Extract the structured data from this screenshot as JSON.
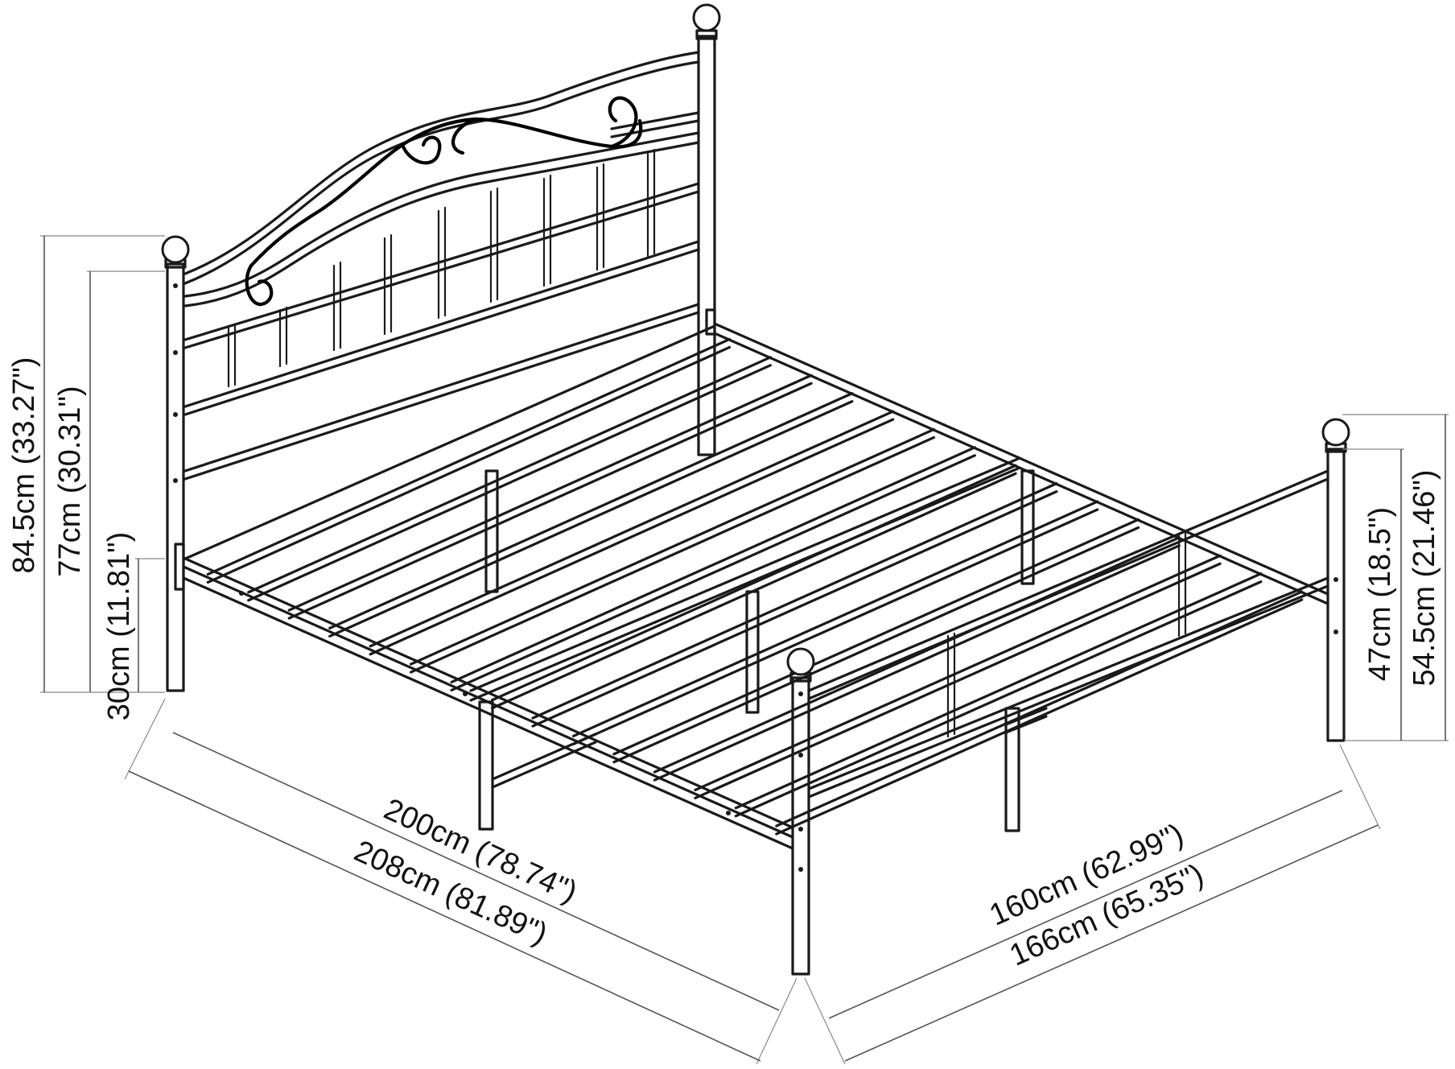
{
  "dimensions": {
    "height_total": "84.5cm (33.27\")",
    "headboard_height": "77cm (30.31\")",
    "under_bed_clearance": "30cm (11.81\")",
    "footboard_total": "54.5cm (21.46\")",
    "footboard_height": "47cm (18.5\")",
    "inner_length": "200cm (78.74\")",
    "outer_length": "208cm (81.89\")",
    "inner_width": "160cm (62.99\")",
    "outer_width": "166cm (65.35\")"
  },
  "colors": {
    "line": "#1a1a1a",
    "dimension_line": "#555555",
    "background": "#ffffff"
  }
}
